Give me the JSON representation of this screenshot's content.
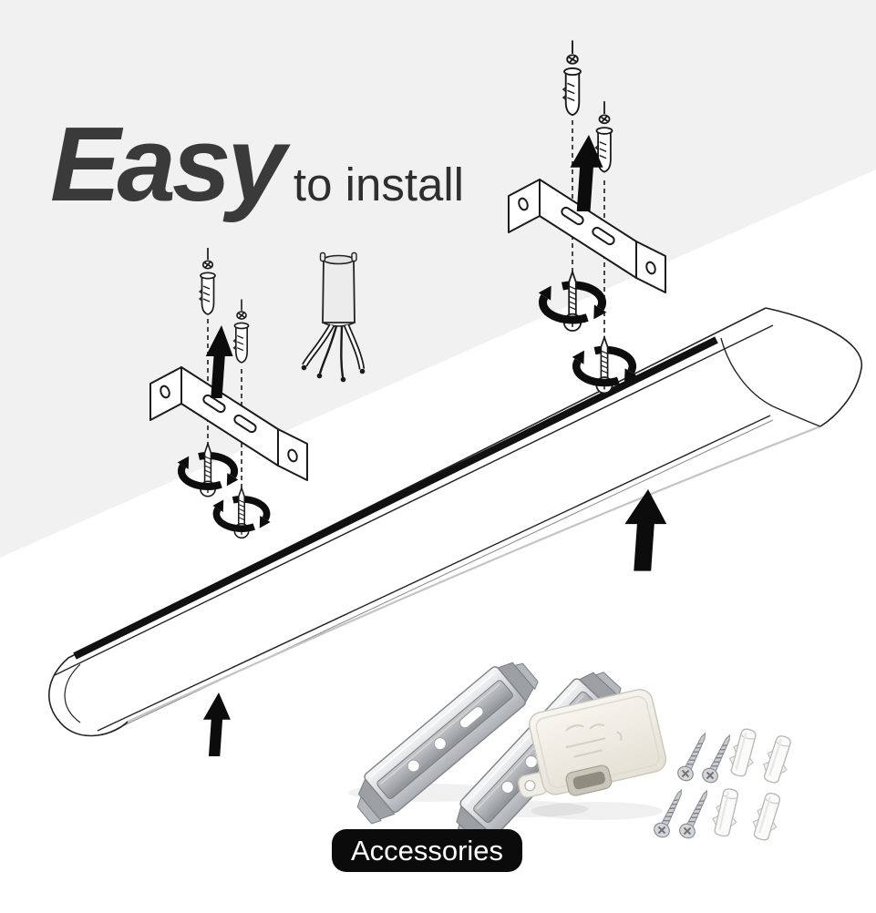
{
  "title": {
    "emphasis": "Easy",
    "rest": "to install",
    "color": "#3a3a3a"
  },
  "badge": {
    "label": "Accessories",
    "background": "#0b0b0b",
    "text_color": "#ffffff"
  },
  "palette": {
    "background_gray": "#f1f1f1",
    "foreground_white": "#ffffff",
    "ink": "#1b1b1b",
    "fixture_stripe": "#111111",
    "arrow_black": "#0c0c0c",
    "metal_light": "#f6f7f8",
    "metal_mid": "#d2d5d8",
    "metal_dark": "#aaadb2",
    "plastic_ivory": "#f3f2e9"
  },
  "illustration": {
    "fixture": "led-batten-light",
    "planes": [
      "ceiling-plane-gray",
      "foreground-plane-white"
    ],
    "cable": "power-cable-with-stripped-wires",
    "assemblies": [
      {
        "position": "left",
        "parts": [
          "mounting-bracket",
          "wall-anchor",
          "wall-anchor",
          "screw-with-rotation-arrow",
          "screw-with-rotation-arrow",
          "up-arrow"
        ]
      },
      {
        "position": "right",
        "parts": [
          "mounting-bracket",
          "wall-anchor",
          "wall-anchor",
          "screw-with-rotation-arrow",
          "screw-with-rotation-arrow",
          "up-arrow"
        ]
      }
    ],
    "lift_arrows": 2
  },
  "accessories_panel": {
    "items": [
      {
        "name": "mounting-clip",
        "count": 2
      },
      {
        "name": "junction-box",
        "count": 1
      },
      {
        "name": "screw",
        "count": 4
      },
      {
        "name": "wall-plug",
        "count": 4
      }
    ]
  }
}
